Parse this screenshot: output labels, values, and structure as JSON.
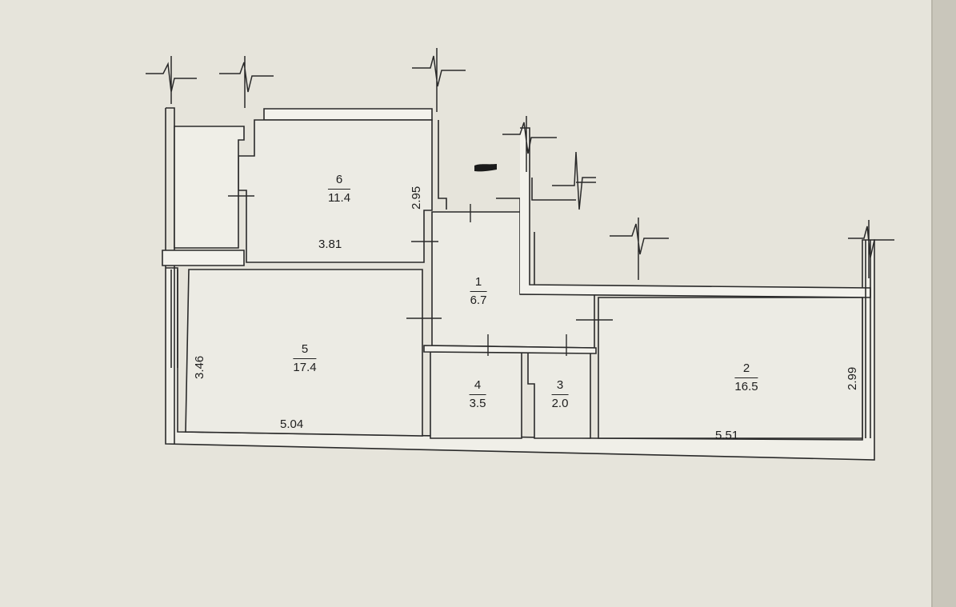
{
  "plan": {
    "colors": {
      "paper": "#e6e4db",
      "line": "#2a2a2a",
      "fill": "#f3f2ec"
    },
    "rooms": [
      {
        "id": "room-1",
        "number": "1",
        "area": "6.7"
      },
      {
        "id": "room-2",
        "number": "2",
        "area": "16.5"
      },
      {
        "id": "room-3",
        "number": "3",
        "area": "2.0"
      },
      {
        "id": "room-4",
        "number": "4",
        "area": "3.5"
      },
      {
        "id": "room-5",
        "number": "5",
        "area": "17.4"
      },
      {
        "id": "room-6",
        "number": "6",
        "area": "11.4"
      }
    ],
    "dimensions": {
      "room6_width": "3.81",
      "room6_depth": "2.95",
      "room5_width": "5.04",
      "room5_depth": "3.46",
      "room2_width": "5.51",
      "room2_depth": "2.99"
    },
    "marker_icon": "flag-icon"
  }
}
